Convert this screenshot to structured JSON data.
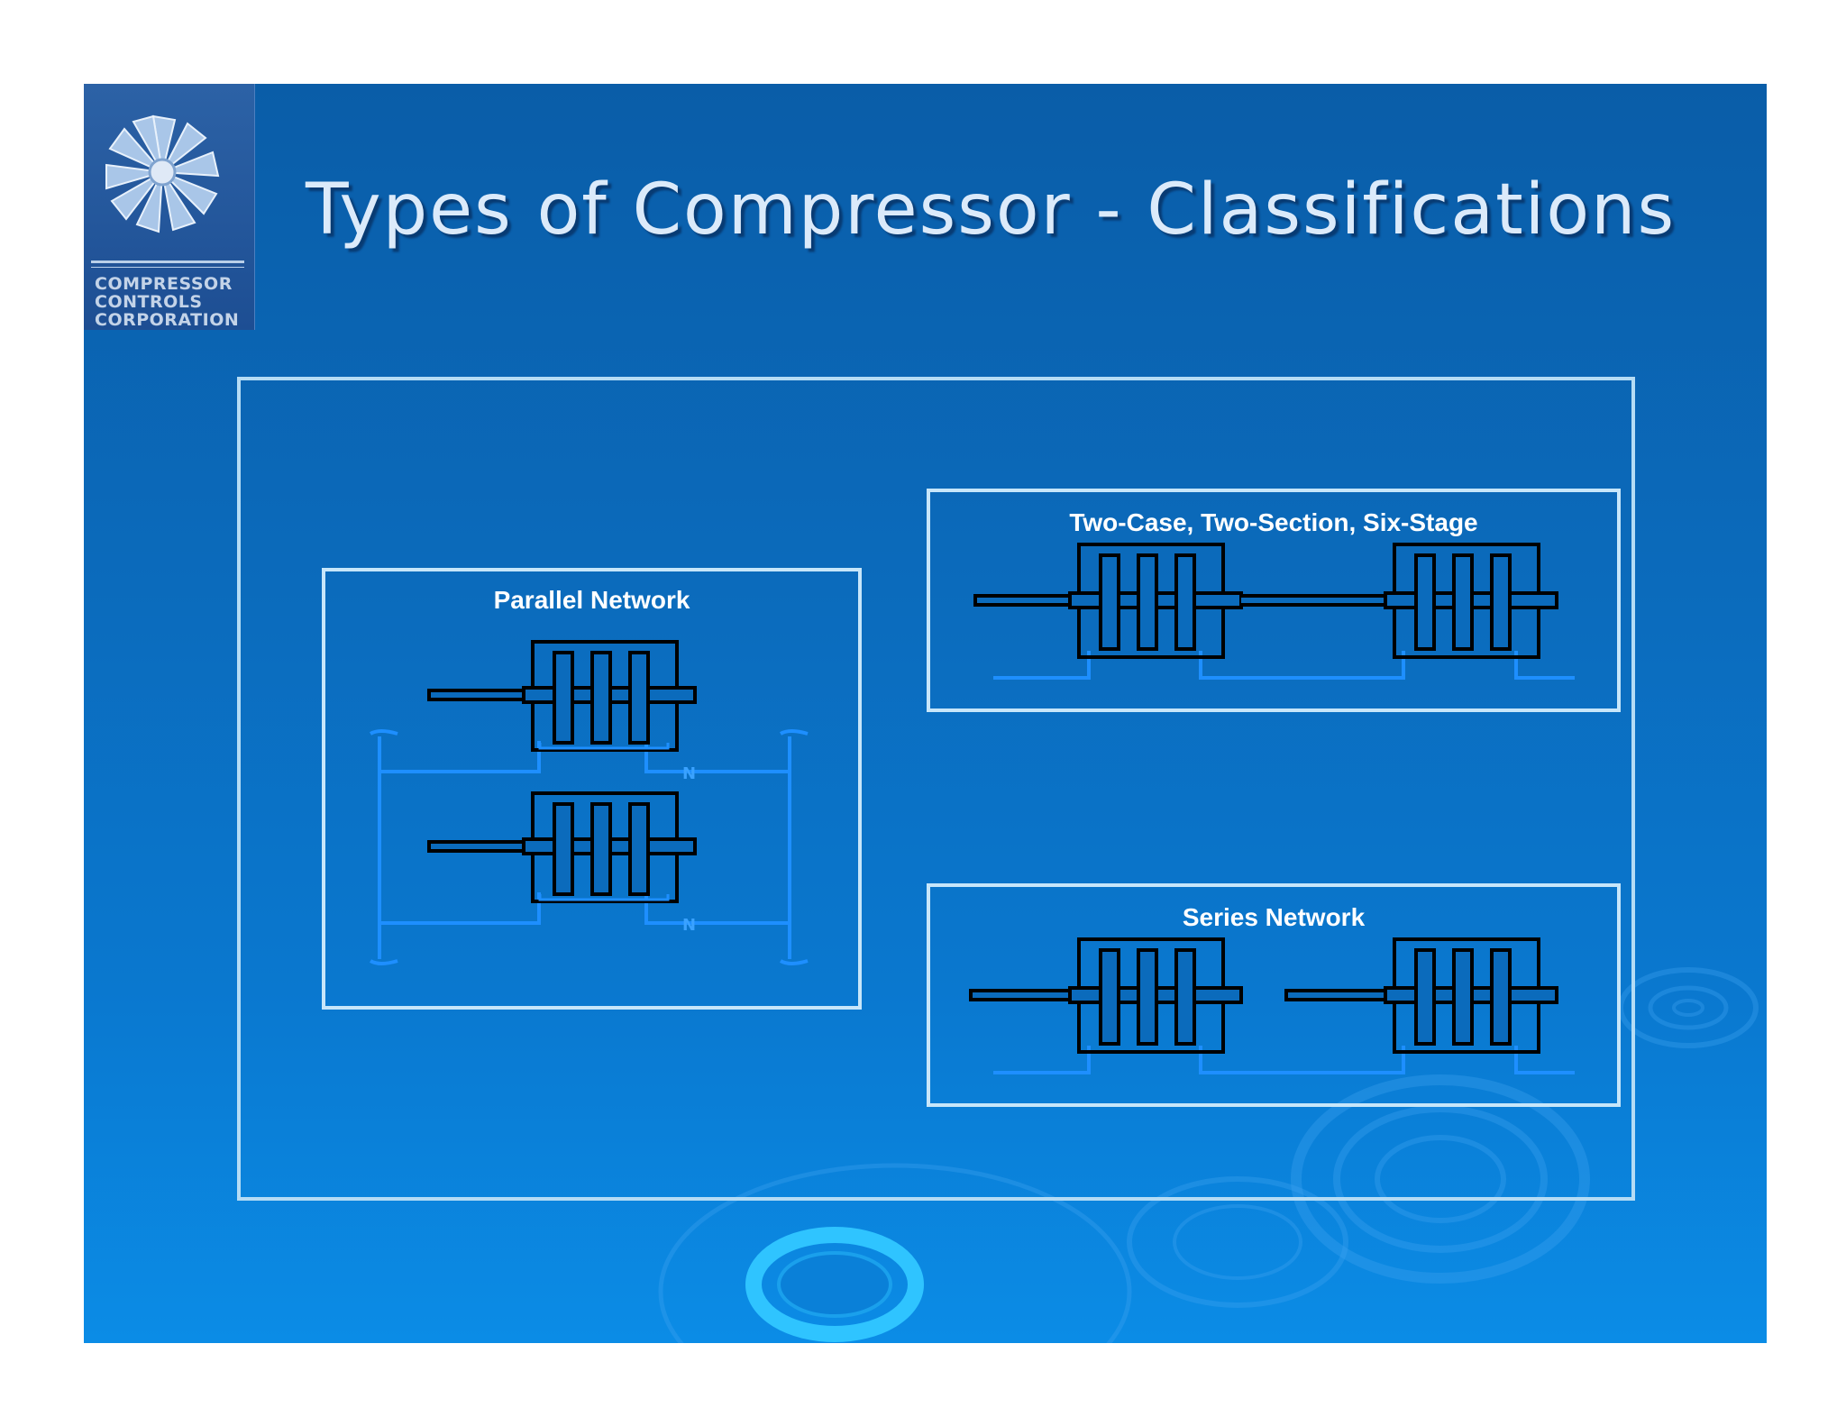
{
  "slide": {
    "title": "Types of Compressor - Classifications",
    "logo_text": [
      "COMPRESSOR",
      "CONTROLS",
      "CORPORATION"
    ]
  },
  "diagrams": {
    "parallel": {
      "label": "Parallel Network"
    },
    "two_case": {
      "label": "Two-Case, Two-Section, Six-Stage"
    },
    "series": {
      "label": "Series Network"
    }
  },
  "colors": {
    "background": "#0b6bbc",
    "frame": "#b5dcf5",
    "pipe": "#1e8fff",
    "machine": "#000000"
  }
}
